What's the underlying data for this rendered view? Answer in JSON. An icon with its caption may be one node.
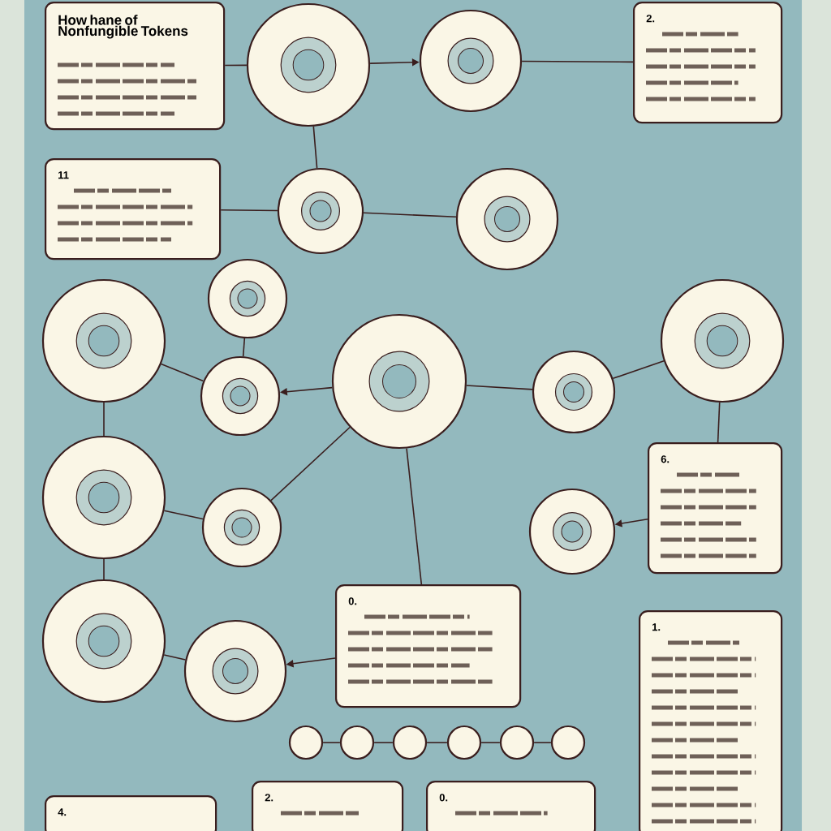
{
  "diagram": {
    "nodes": [
      {
        "text": [
          "How hane of Nonfungible Tokens"
        ]
      },
      {
        "text": [
          "11"
        ]
      },
      {
        "text": [
          "2."
        ]
      },
      {
        "text": [
          "6."
        ]
      },
      {
        "text": [
          "0."
        ]
      },
      {
        "text": [
          "1."
        ]
      },
      {
        "text": [
          "4."
        ]
      },
      {
        "text": [
          "2."
        ]
      },
      {
        "text": [
          "0."
        ]
      },
      {
        "text": [],
        "shape": "circle"
      },
      {
        "text": [],
        "shape": "circle"
      },
      {
        "text": [],
        "shape": "circle"
      },
      {
        "text": [],
        "shape": "circle"
      },
      {
        "text": [],
        "shape": "circle"
      },
      {
        "text": [],
        "shape": "circle"
      },
      {
        "text": [],
        "shape": "circle"
      },
      {
        "text": [],
        "shape": "circle"
      },
      {
        "text": [],
        "shape": "circle"
      },
      {
        "text": [],
        "shape": "circle"
      },
      {
        "text": [],
        "shape": "circle"
      },
      {
        "text": [],
        "shape": "circle"
      },
      {
        "text": [],
        "shape": "circle"
      },
      {
        "text": [],
        "shape": "circle"
      },
      {
        "text": [],
        "shape": "circle"
      },
      {
        "text": [],
        "shape": "circle"
      },
      {
        "text": [],
        "shape": "circle"
      },
      {
        "text": [],
        "shape": "circle"
      },
      {
        "text": [],
        "shape": "circle"
      },
      {
        "text": [],
        "shape": "circle"
      },
      {
        "text": [],
        "shape": "circle"
      }
    ],
    "edges": [
      {
        "from": 0,
        "to": 9,
        "arrow": "none"
      },
      {
        "from": 9,
        "to": 10,
        "arrow": "to"
      },
      {
        "from": 10,
        "to": 2,
        "arrow": "none"
      },
      {
        "from": 9,
        "to": 11,
        "arrow": "none"
      },
      {
        "from": 1,
        "to": 11,
        "arrow": "none"
      },
      {
        "from": 11,
        "to": 12,
        "arrow": "none"
      },
      {
        "from": 14,
        "to": 16,
        "arrow": "none"
      },
      {
        "from": 13,
        "to": 16,
        "arrow": "none"
      },
      {
        "from": 17,
        "to": 16,
        "arrow": "to"
      },
      {
        "from": 17,
        "to": 18,
        "arrow": "none"
      },
      {
        "from": 18,
        "to": 15,
        "arrow": "none"
      },
      {
        "from": 15,
        "to": 3,
        "arrow": "none"
      },
      {
        "from": 3,
        "to": 21,
        "arrow": "to"
      },
      {
        "from": 14,
        "to": 19,
        "arrow": "none"
      },
      {
        "from": 19,
        "to": 20,
        "arrow": "none"
      },
      {
        "from": 20,
        "to": 17,
        "arrow": "none"
      },
      {
        "from": 17,
        "to": 4,
        "arrow": "none"
      },
      {
        "from": 19,
        "to": 22,
        "arrow": "none"
      },
      {
        "from": 22,
        "to": 23,
        "arrow": "none"
      },
      {
        "from": 4,
        "to": 23,
        "arrow": "to"
      },
      {
        "from": 24,
        "to": 25,
        "arrow": "none"
      },
      {
        "from": 25,
        "to": 26,
        "arrow": "none"
      },
      {
        "from": 26,
        "to": 27,
        "arrow": "none"
      },
      {
        "from": 27,
        "to": 28,
        "arrow": "none"
      },
      {
        "from": 28,
        "to": 29,
        "arrow": "none"
      }
    ]
  }
}
